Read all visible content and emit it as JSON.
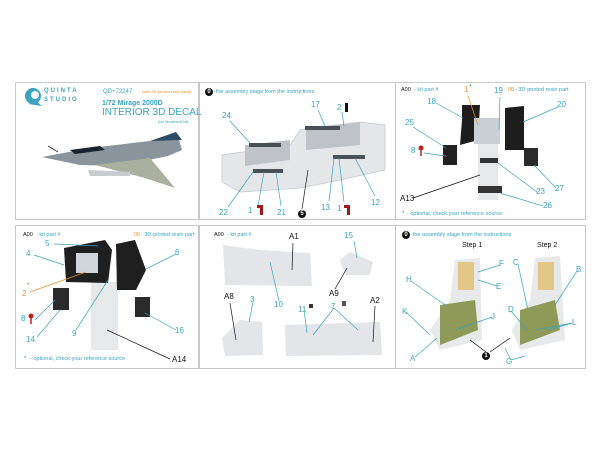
{
  "brand": {
    "line1": "QUINTA",
    "line2": "STUDIO"
  },
  "product": {
    "code": "QD+72247",
    "resin_note": "(with 3D printed resin parts)",
    "model": "1/72 Mirage 2000D",
    "title": "INTERIOR 3D DECAL",
    "kit_note": "(for Modelsvit kit)"
  },
  "legend": {
    "kit_part_code": "A00",
    "kit_part_text": "- kit part #",
    "resin_code": "00",
    "resin_text": "- 3D-printed resin part",
    "optional_star": "*",
    "optional_text": "- optional, check your reference source",
    "assembly_stage_num": "0",
    "assembly_stage_text": "-the assembly stage from the instructions"
  },
  "panel2": {
    "labels": [
      "24",
      "17",
      "2",
      "22",
      "1",
      "21",
      "5",
      "13",
      "1",
      "12"
    ]
  },
  "panel3": {
    "labels": [
      "1",
      "19",
      "18",
      "20",
      "25",
      "8",
      "A13",
      "23",
      "27",
      "26"
    ]
  },
  "panel4": {
    "labels": [
      "5",
      "4",
      "6",
      "2",
      "8",
      "14",
      "9",
      "16",
      "A14"
    ]
  },
  "panel5": {
    "labels": [
      "A1",
      "15",
      "10",
      "A8",
      "3",
      "A9",
      "11",
      "7",
      "A2"
    ]
  },
  "panel6": {
    "step1": "Step 1",
    "step2": "Step 2",
    "labels": [
      "F",
      "E",
      "H",
      "C",
      "B",
      "K",
      "J",
      "D",
      "L",
      "A",
      "G",
      "1"
    ]
  },
  "colors": {
    "teal": "#3aa3c2",
    "orange": "#e8912f",
    "red": "#a01818",
    "border": "#c8c8c8"
  }
}
